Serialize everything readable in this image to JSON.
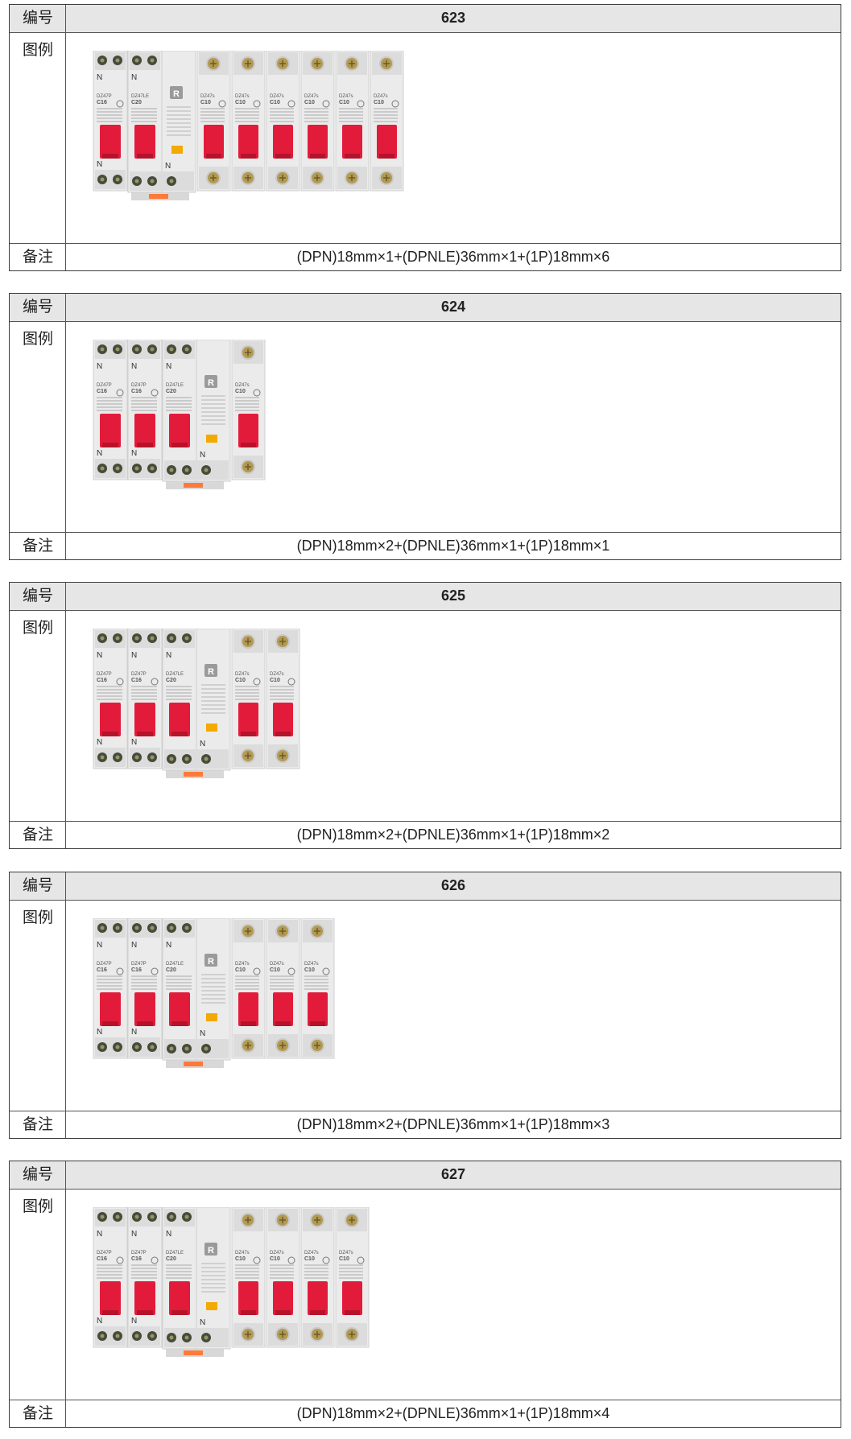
{
  "labels": {
    "number": "编号",
    "figure": "图例",
    "remark": "备注"
  },
  "colors": {
    "handle": "#e31b3a",
    "body": "#ebebeb",
    "header_bg": "#e6e6e6",
    "test_button": "#f2a900"
  },
  "entries": [
    {
      "id": "623",
      "remark": "(DPN)18mm×1+(DPNLE)36mm×1+(1P)18mm×6",
      "modules": [
        "dpn",
        "dpnle",
        "1p",
        "1p",
        "1p",
        "1p",
        "1p",
        "1p"
      ]
    },
    {
      "id": "624",
      "remark": "(DPN)18mm×2+(DPNLE)36mm×1+(1P)18mm×1",
      "modules": [
        "dpn",
        "dpn",
        "dpnle",
        "1p"
      ]
    },
    {
      "id": "625",
      "remark": "(DPN)18mm×2+(DPNLE)36mm×1+(1P)18mm×2",
      "modules": [
        "dpn",
        "dpn",
        "dpnle",
        "1p",
        "1p"
      ]
    },
    {
      "id": "626",
      "remark": "(DPN)18mm×2+(DPNLE)36mm×1+(1P)18mm×3",
      "modules": [
        "dpn",
        "dpn",
        "dpnle",
        "1p",
        "1p",
        "1p"
      ]
    },
    {
      "id": "627",
      "remark": "(DPN)18mm×2+(DPNLE)36mm×1+(1P)18mm×4",
      "modules": [
        "dpn",
        "dpn",
        "dpnle",
        "1p",
        "1p",
        "1p",
        "1p"
      ]
    }
  ],
  "module_text": {
    "dpn": {
      "model": "DZ47P",
      "rating": "C16",
      "neutral": "N"
    },
    "dpnle": {
      "model": "DZ47LE",
      "rating": "C20",
      "neutral": "N",
      "test_key": "R"
    },
    "1p": {
      "model": "DZ47s",
      "rating": "C10"
    }
  }
}
